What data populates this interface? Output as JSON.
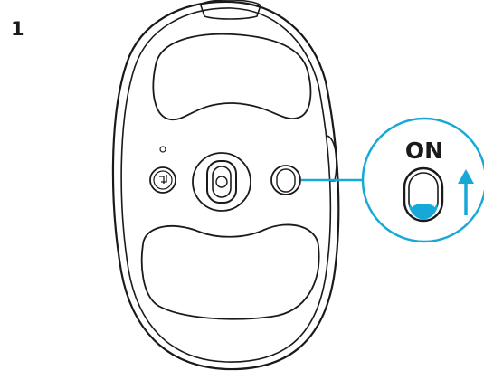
{
  "step": {
    "number": "1"
  },
  "callout": {
    "label": "ON",
    "state": "on"
  },
  "colors": {
    "accent": "#16a9d8",
    "outline": "#1a1a1a",
    "background": "#ffffff"
  },
  "icons": {
    "connect_button": "wireless-connect-icon",
    "led": "status-led-icon",
    "direction": "arrow-up-icon"
  }
}
